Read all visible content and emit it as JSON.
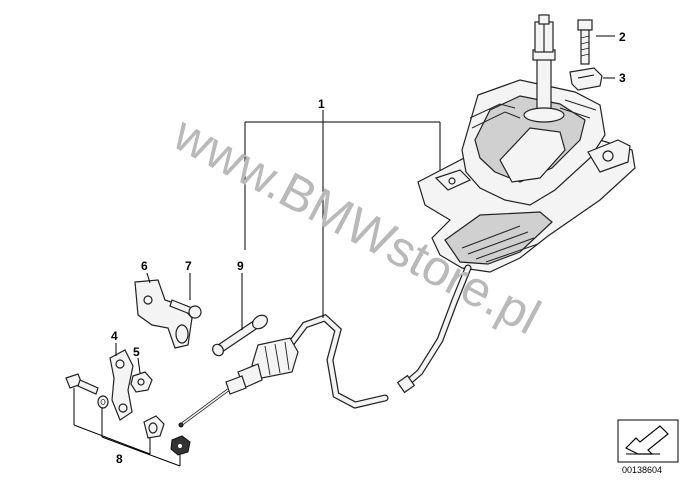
{
  "diagram": {
    "watermark": "www.BMWstore.pl",
    "reference_number": "00138604",
    "callouts": [
      {
        "id": "c1",
        "label": "1"
      },
      {
        "id": "c2",
        "label": "2"
      },
      {
        "id": "c3",
        "label": "3"
      },
      {
        "id": "c4",
        "label": "4"
      },
      {
        "id": "c5",
        "label": "5"
      },
      {
        "id": "c6",
        "label": "6"
      },
      {
        "id": "c7",
        "label": "7"
      },
      {
        "id": "c8",
        "label": "8"
      },
      {
        "id": "c9",
        "label": "9"
      }
    ]
  }
}
